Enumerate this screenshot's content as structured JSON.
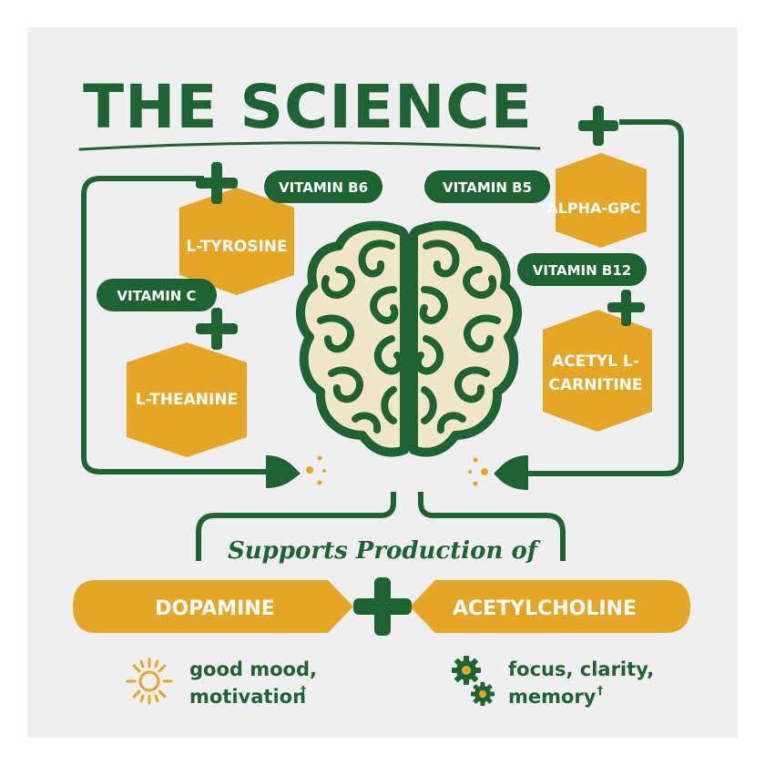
{
  "title": "THE SCIENCE",
  "vitamins": {
    "b6": "VITAMIN B6",
    "b5": "VITAMIN B5",
    "c": "VITAMIN C",
    "b12": "VITAMIN B12"
  },
  "ingredients": {
    "tyrosine": "L-TYROSINE",
    "theanine": "L-THEANINE",
    "alpha_gpc": "ALPHA-GPC",
    "carnitine_line1": "ACETYL L-",
    "carnitine_line2": "CARNITINE"
  },
  "supports": "Supports Production of",
  "outputs": {
    "dopamine": "DOPAMINE",
    "acetylcholine": "ACETYLCHOLINE"
  },
  "benefits": {
    "left_line1": "good mood,",
    "left_line2": "motivation",
    "right_line1": "focus, clarity,",
    "right_line2": "memory",
    "dagger": "†"
  },
  "colors": {
    "green": "#1e6432",
    "gold": "#e5a625",
    "cream": "#f1e6c8",
    "background": "#efefef"
  },
  "icons": [
    "plus-icon",
    "brain-icon",
    "sun-icon",
    "gears-icon"
  ]
}
